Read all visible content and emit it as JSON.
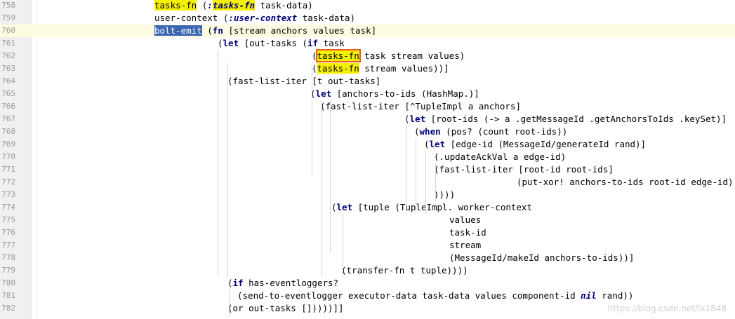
{
  "editor": {
    "watermark": "https://blog.csdn.net/lx1848",
    "lines": [
      {
        "num": "758",
        "indent": 0,
        "segments": [
          {
            "t": "tasks-fn",
            "c": "hl"
          },
          {
            "t": " (",
            "c": ""
          },
          {
            "t": ":",
            "c": "kwi"
          },
          {
            "t": "tasks-fn",
            "c": "kwi hl"
          },
          {
            "t": " task-data)",
            "c": ""
          }
        ]
      },
      {
        "num": "759",
        "indent": 0,
        "segments": [
          {
            "t": "user-context (",
            "c": ""
          },
          {
            "t": ":user-context",
            "c": "kwi"
          },
          {
            "t": " task-data)",
            "c": ""
          }
        ]
      },
      {
        "num": "760",
        "indent": 0,
        "current": true,
        "segments": [
          {
            "t": "bolt-emit",
            "c": "sel"
          },
          {
            "t": " (",
            "c": ""
          },
          {
            "t": "fn",
            "c": "kw"
          },
          {
            "t": " [stream anchors values task]",
            "c": ""
          }
        ]
      },
      {
        "num": "761",
        "indent": 90,
        "segments": [
          {
            "t": "(",
            "c": ""
          },
          {
            "t": "let",
            "c": "kw"
          },
          {
            "t": " [out-tasks (",
            "c": ""
          },
          {
            "t": "if",
            "c": "kw"
          },
          {
            "t": " task",
            "c": ""
          }
        ]
      },
      {
        "num": "762",
        "indent": 224,
        "segments": [
          {
            "t": "(",
            "c": ""
          },
          {
            "t": "tasks-fn",
            "c": "hl box"
          },
          {
            "t": " task stream values)",
            "c": ""
          }
        ]
      },
      {
        "num": "763",
        "indent": 224,
        "segments": [
          {
            "t": "(",
            "c": ""
          },
          {
            "t": "tasks-fn",
            "c": "hl"
          },
          {
            "t": " stream values))]",
            "c": ""
          }
        ]
      },
      {
        "num": "764",
        "indent": 104,
        "segments": [
          {
            "t": "(fast-list-iter [t out-tasks]",
            "c": ""
          }
        ]
      },
      {
        "num": "765",
        "indent": 222,
        "segments": [
          {
            "t": "(",
            "c": ""
          },
          {
            "t": "let",
            "c": "kw"
          },
          {
            "t": " [anchors-to-ids (HashMap.)]",
            "c": ""
          }
        ]
      },
      {
        "num": "766",
        "indent": 236,
        "segments": [
          {
            "t": "(fast-list-iter [^TupleImpl a anchors]",
            "c": ""
          }
        ]
      },
      {
        "num": "767",
        "indent": 356,
        "segments": [
          {
            "t": "(",
            "c": ""
          },
          {
            "t": "let",
            "c": "kw"
          },
          {
            "t": " [root-ids (-> a .getMessageId .getAnchorsToIds .keySet)]",
            "c": ""
          }
        ]
      },
      {
        "num": "768",
        "indent": 370,
        "segments": [
          {
            "t": "(",
            "c": ""
          },
          {
            "t": "when",
            "c": "kw"
          },
          {
            "t": " (pos? (count root-ids))",
            "c": ""
          }
        ]
      },
      {
        "num": "769",
        "indent": 384,
        "segments": [
          {
            "t": "(",
            "c": ""
          },
          {
            "t": "let",
            "c": "kw"
          },
          {
            "t": " [edge-id (MessageId/generateId rand)]",
            "c": ""
          }
        ]
      },
      {
        "num": "770",
        "indent": 398,
        "segments": [
          {
            "t": "(.updateAckVal a edge-id)",
            "c": ""
          }
        ]
      },
      {
        "num": "771",
        "indent": 398,
        "segments": [
          {
            "t": "(fast-list-iter [root-id root-ids]",
            "c": ""
          }
        ]
      },
      {
        "num": "772",
        "indent": 516,
        "segments": [
          {
            "t": "(put-xor! anchors-to-ids root-id edge-id))",
            "c": ""
          }
        ]
      },
      {
        "num": "773",
        "indent": 398,
        "segments": [
          {
            "t": "))))",
            "c": ""
          }
        ]
      },
      {
        "num": "774",
        "indent": 252,
        "segments": [
          {
            "t": "(",
            "c": ""
          },
          {
            "t": "let",
            "c": "kw"
          },
          {
            "t": " [tuple (TupleImpl. worker-context",
            "c": ""
          }
        ]
      },
      {
        "num": "775",
        "indent": 420,
        "segments": [
          {
            "t": "values",
            "c": ""
          }
        ]
      },
      {
        "num": "776",
        "indent": 420,
        "segments": [
          {
            "t": "task-id",
            "c": ""
          }
        ]
      },
      {
        "num": "777",
        "indent": 420,
        "segments": [
          {
            "t": "stream",
            "c": ""
          }
        ]
      },
      {
        "num": "778",
        "indent": 420,
        "segments": [
          {
            "t": "(MessageId/makeId anchors-to-ids))]",
            "c": ""
          }
        ]
      },
      {
        "num": "779",
        "indent": 266,
        "segments": [
          {
            "t": "(transfer-fn t tuple))))",
            "c": ""
          }
        ]
      },
      {
        "num": "780",
        "indent": 104,
        "segments": [
          {
            "t": "(",
            "c": ""
          },
          {
            "t": "if",
            "c": "kw"
          },
          {
            "t": " has-eventloggers?",
            "c": ""
          }
        ]
      },
      {
        "num": "781",
        "indent": 118,
        "segments": [
          {
            "t": "(send-to-eventlogger executor-data task-data values component-id ",
            "c": ""
          },
          {
            "t": "nil",
            "c": "kwi"
          },
          {
            "t": " rand))",
            "c": ""
          }
        ]
      },
      {
        "num": "782",
        "indent": 104,
        "segments": [
          {
            "t": "(or out-tasks []))))]]",
            "c": ""
          }
        ]
      }
    ]
  }
}
